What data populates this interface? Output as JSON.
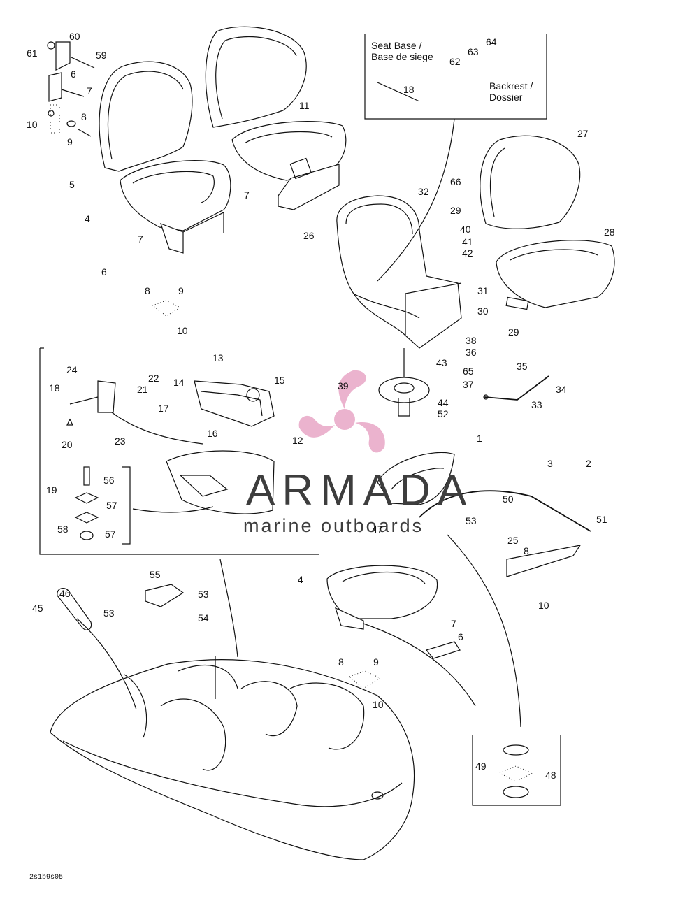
{
  "diagram": {
    "code": "2s1b9s05",
    "inset_caption": {
      "line1": "Seat Base /",
      "line2": "Base de siege",
      "line3": "Backrest /",
      "line4": "Dossier"
    },
    "watermark": {
      "brand": "ARMADA",
      "tagline": "marine outboards",
      "logo_color": "#e8a6c6",
      "text_color": "#3d3d3d"
    },
    "callouts": {
      "c60": "60",
      "c61": "61",
      "c59": "59",
      "c6a": "6",
      "c7a": "7",
      "c8a": "8",
      "c10a": "10",
      "c9a": "9",
      "c5": "5",
      "c4a": "4",
      "c11": "11",
      "c7b": "7",
      "c7c": "7",
      "c6b": "6",
      "c8b": "8",
      "c9b": "9",
      "c10b": "10",
      "c18a": "18",
      "c62": "62",
      "c63": "63",
      "c64": "64",
      "c27": "27",
      "c28": "28",
      "c32": "32",
      "c26": "26",
      "c66": "66",
      "c29a": "29",
      "c40": "40",
      "c41": "41",
      "c42": "42",
      "c31": "31",
      "c30": "30",
      "c29b": "29",
      "c38": "38",
      "c36": "36",
      "c65": "65",
      "c35": "35",
      "c37": "37",
      "c34": "34",
      "c33": "33",
      "c43": "43",
      "c39": "39",
      "c44": "44",
      "c52": "52",
      "c24": "24",
      "c22": "22",
      "c21": "21",
      "c18b": "18",
      "c20": "20",
      "c23": "23",
      "c13": "13",
      "c14": "14",
      "c15": "15",
      "c17": "17",
      "c16": "16",
      "c12": "12",
      "c19": "19",
      "c56": "56",
      "c57a": "57",
      "c57b": "57",
      "c58": "58",
      "c1": "1",
      "c3": "3",
      "c2": "2",
      "c50": "50",
      "c51": "51",
      "c47": "47",
      "c53a": "53",
      "c25": "25",
      "c8c": "8",
      "c10c": "10",
      "c4b": "4",
      "c7d": "7",
      "c6c": "6",
      "c8d": "8",
      "c9c": "9",
      "c10d": "10",
      "c55": "55",
      "c53b": "53",
      "c54": "54",
      "c46": "46",
      "c45": "45",
      "c53c": "53",
      "c49": "49",
      "c48": "48"
    }
  }
}
